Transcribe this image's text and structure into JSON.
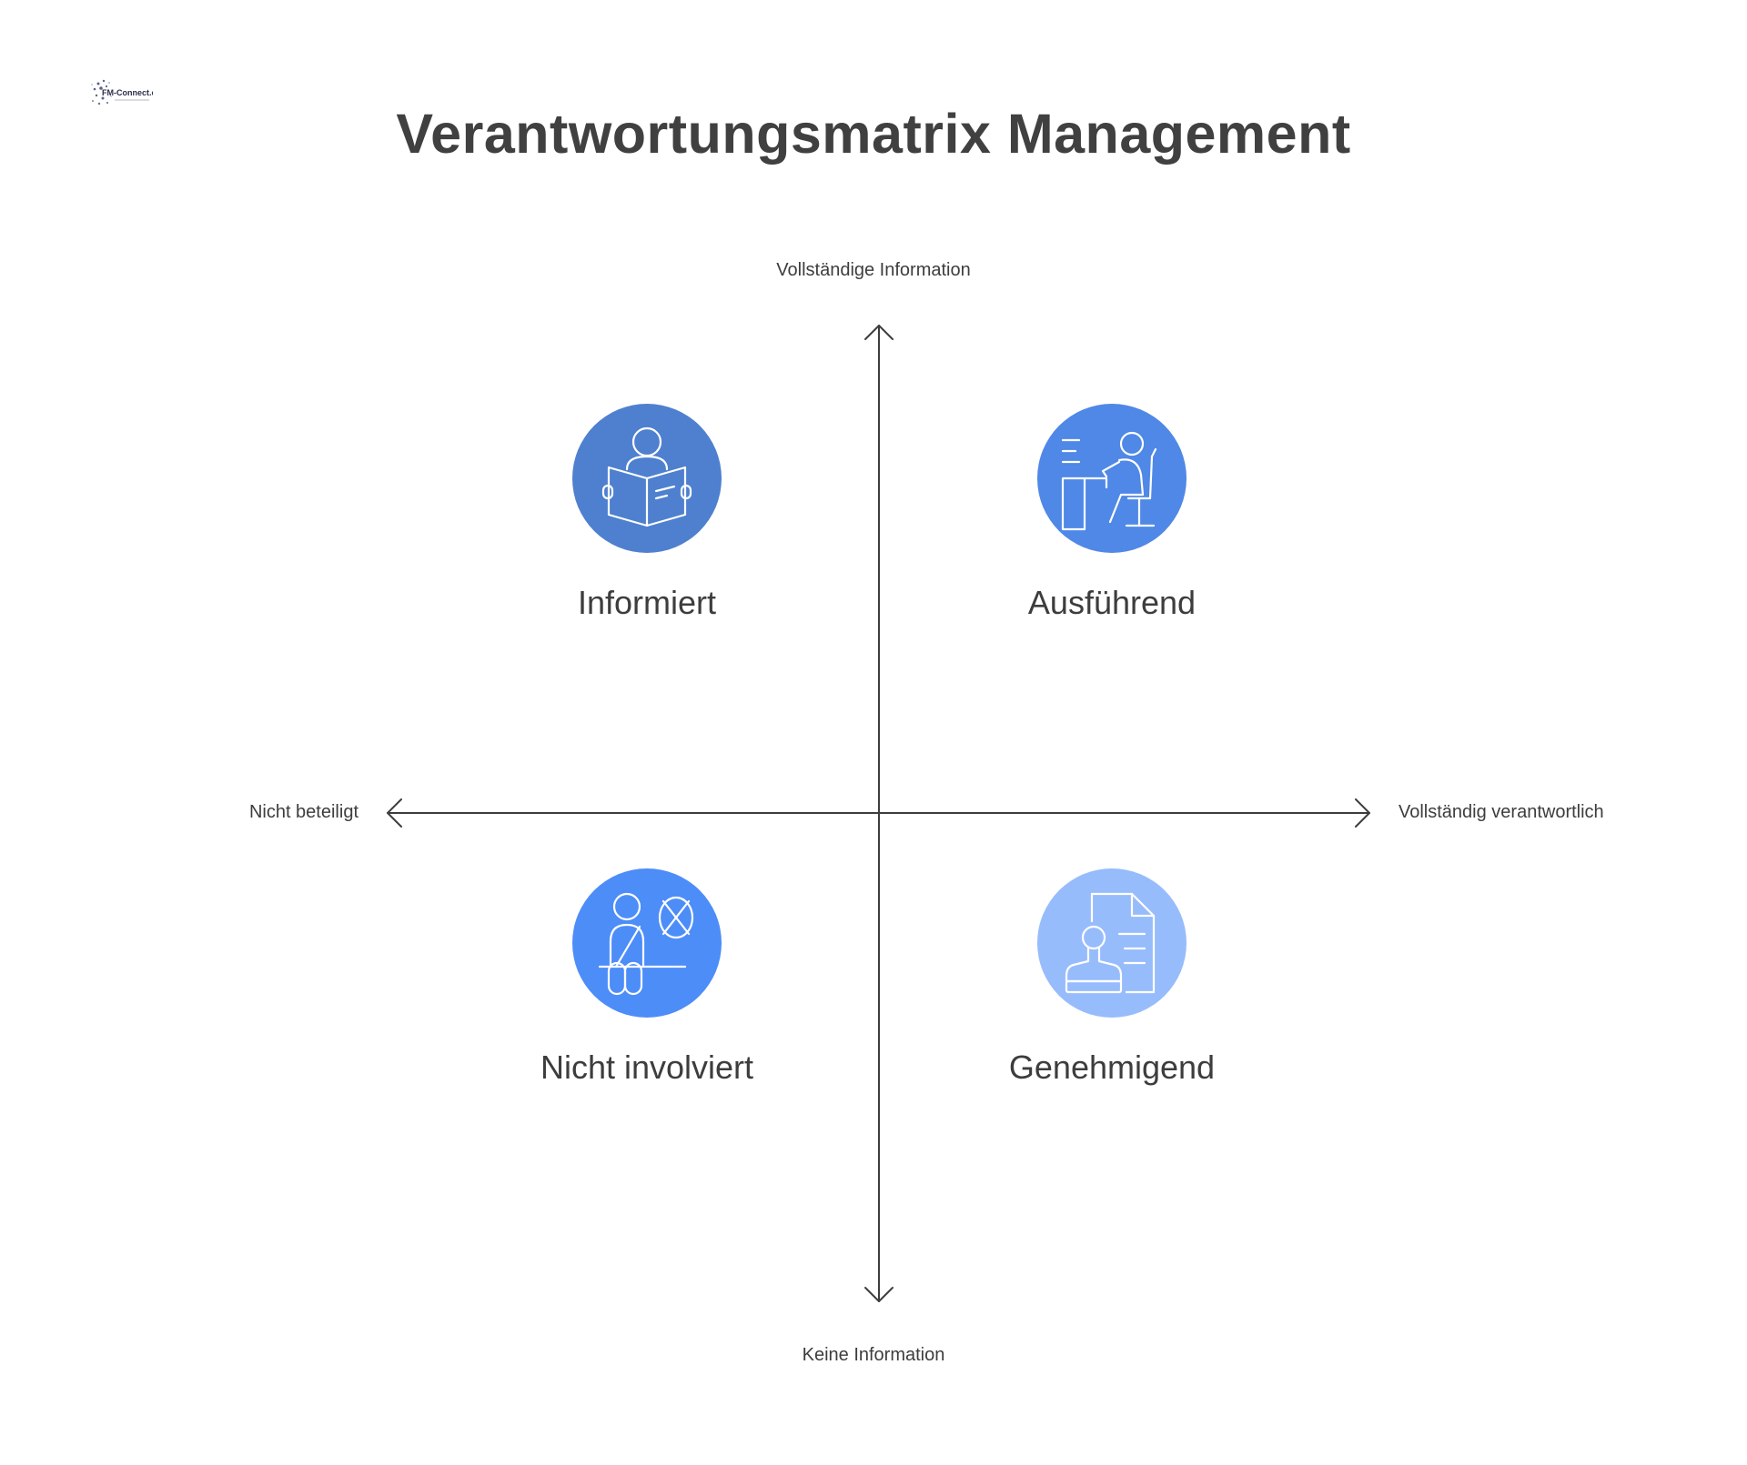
{
  "title": "Verantwortungsmatrix Management",
  "logo": {
    "text": "FM-Connect.com",
    "icon": "fm-connect-logo"
  },
  "axes": {
    "top": "Vollständige Information",
    "bottom": "Keine Information",
    "left": "Nicht beteiligt",
    "right": "Vollständig verantwortlich"
  },
  "quadrants": [
    {
      "position": "top-left",
      "label": "Informiert",
      "icon": "reading-person-icon",
      "color": "#4e80cf"
    },
    {
      "position": "top-right",
      "label": "Ausführend",
      "icon": "person-at-desk-icon",
      "color": "#4f88e6"
    },
    {
      "position": "bottom-left",
      "label": "Nicht involviert",
      "icon": "person-excluded-icon",
      "color": "#4d8df8"
    },
    {
      "position": "bottom-right",
      "label": "Genehmigend",
      "icon": "stamp-document-icon",
      "color": "#97bcfb"
    }
  ],
  "colors": {
    "axis": "#3d3d3d",
    "text": "#3d3d3d",
    "title": "#404040"
  }
}
